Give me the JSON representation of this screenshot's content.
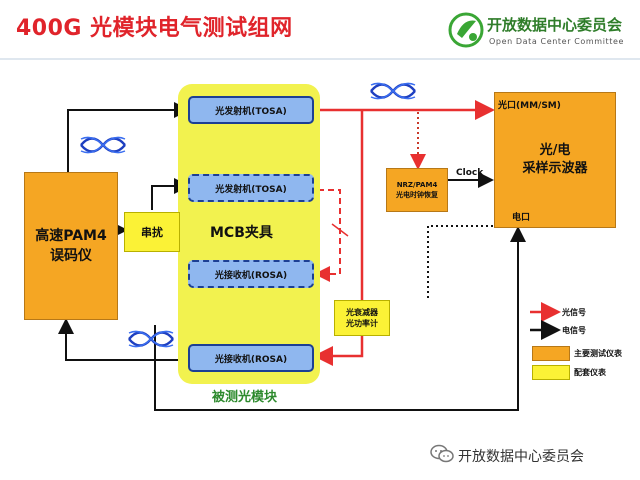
{
  "title": "400G 光模块电气测试组网",
  "logo": {
    "name_cn": "开放数据中心委员会",
    "name_en": "Open Data Center Committee",
    "accent_color": "#3aa635"
  },
  "diagram": {
    "pam4_ber_tester": "高速PAM4\n误码仪",
    "crosstalk": "串扰",
    "mcb_fixture": "MCB夹具",
    "module_under_test": "被测光模块",
    "tosa_top": "光发射机(TOSA)",
    "tosa_mid": "光发射机(TOSA)",
    "rosa_mid": "光接收机(ROSA)",
    "rosa_bottom": "光接收机(ROSA)",
    "clock_recovery": "NRZ/PAM4\n光电时钟恢复",
    "attenuator_power_meter": "光衰减器\n光功率计",
    "scope": "光/电\n采样示波器",
    "scope_optical_port": "光口(MM/SM)",
    "scope_electrical_port": "电口",
    "clock": "Clock"
  },
  "legend": {
    "optical": "光信号",
    "electrical": "电信号",
    "main_instrument": "主要测试仪表",
    "aux_instrument": "配套仪表"
  },
  "footer": "开放数据中心委员会",
  "colors": {
    "title": "#e0242b",
    "optical_signal": "#e83030",
    "electrical_signal": "#111111",
    "main_instrument": "#f5a623",
    "aux_instrument": "#fbf236",
    "module_fill": "#8fb7ef",
    "fixture": "#f2f24f"
  }
}
